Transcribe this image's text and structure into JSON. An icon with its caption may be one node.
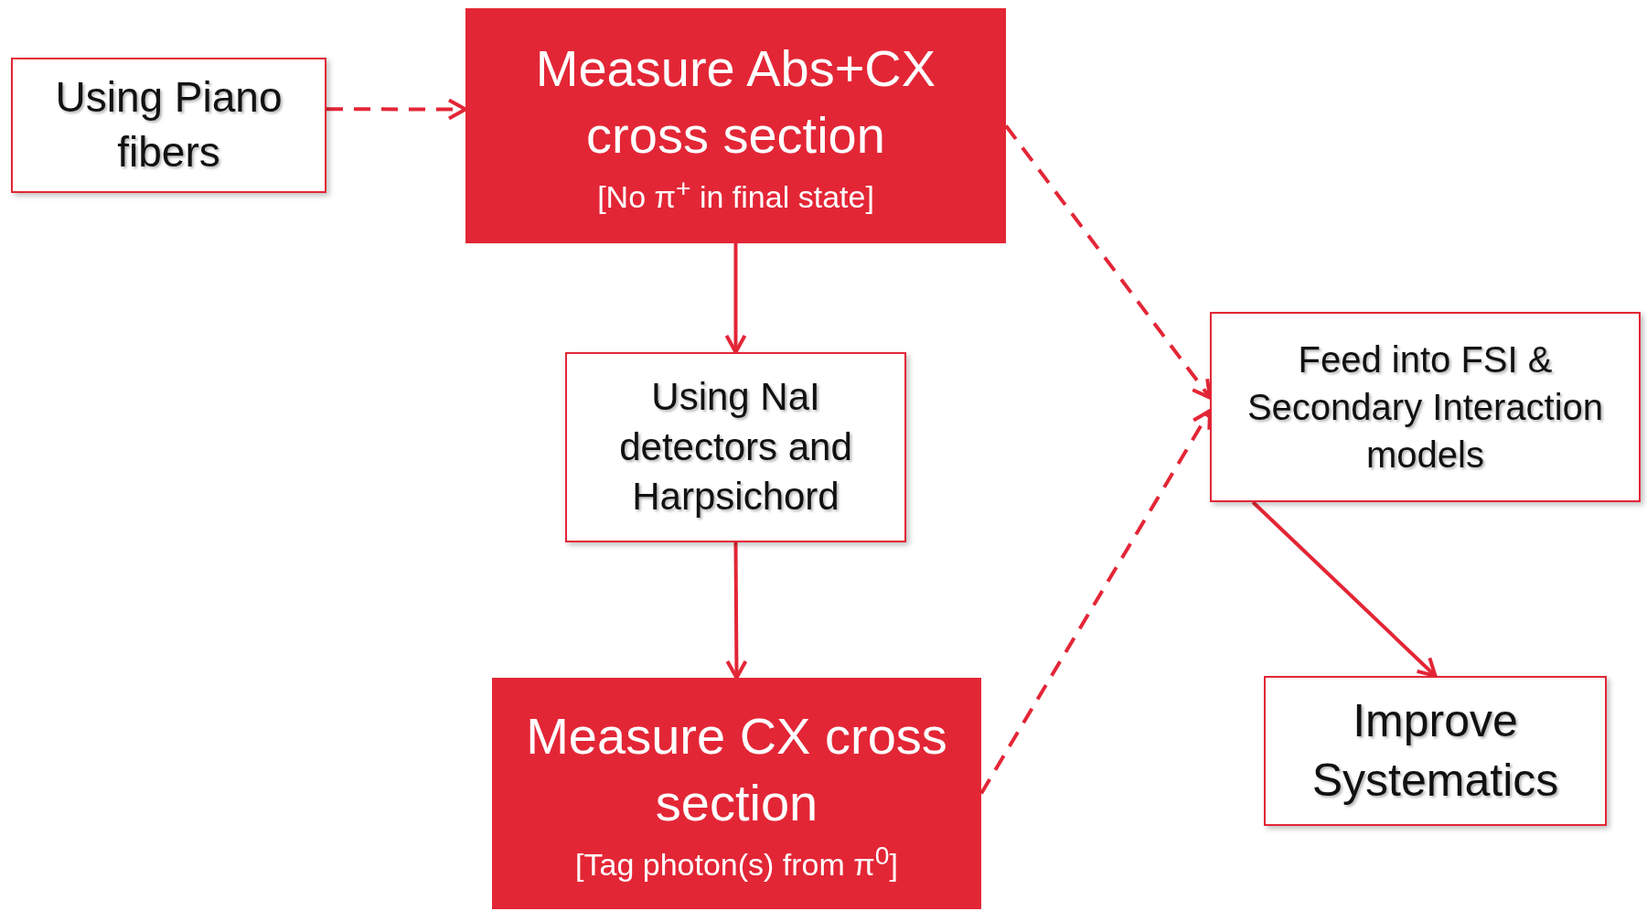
{
  "diagram": {
    "nodes": [
      {
        "text": [
          "Using Piano fibers"
        ]
      },
      {
        "text": [
          "Measure Abs+CX cross section",
          "[No π$^{+}$ in final state]"
        ]
      },
      {
        "text": [
          "Using NaI detectors and Harpsichord"
        ]
      },
      {
        "text": [
          "Measure CX cross section",
          "[Tag photon(s) from π$^{0}$]"
        ]
      },
      {
        "text": [
          "Feed into FSI & Secondary Interaction models"
        ]
      },
      {
        "text": [
          "Improve Systematics"
        ]
      }
    ],
    "edges": [
      {
        "from": 0,
        "to": 1,
        "arrow": "to",
        "style": "dashed"
      },
      {
        "from": 1,
        "to": 2,
        "arrow": "to"
      },
      {
        "from": 2,
        "to": 3,
        "arrow": "to"
      },
      {
        "from": 1,
        "to": 4,
        "arrow": "to",
        "style": "dashed"
      },
      {
        "from": 3,
        "to": 4,
        "arrow": "to",
        "style": "dashed"
      },
      {
        "from": 4,
        "to": 5,
        "arrow": "to"
      }
    ]
  }
}
